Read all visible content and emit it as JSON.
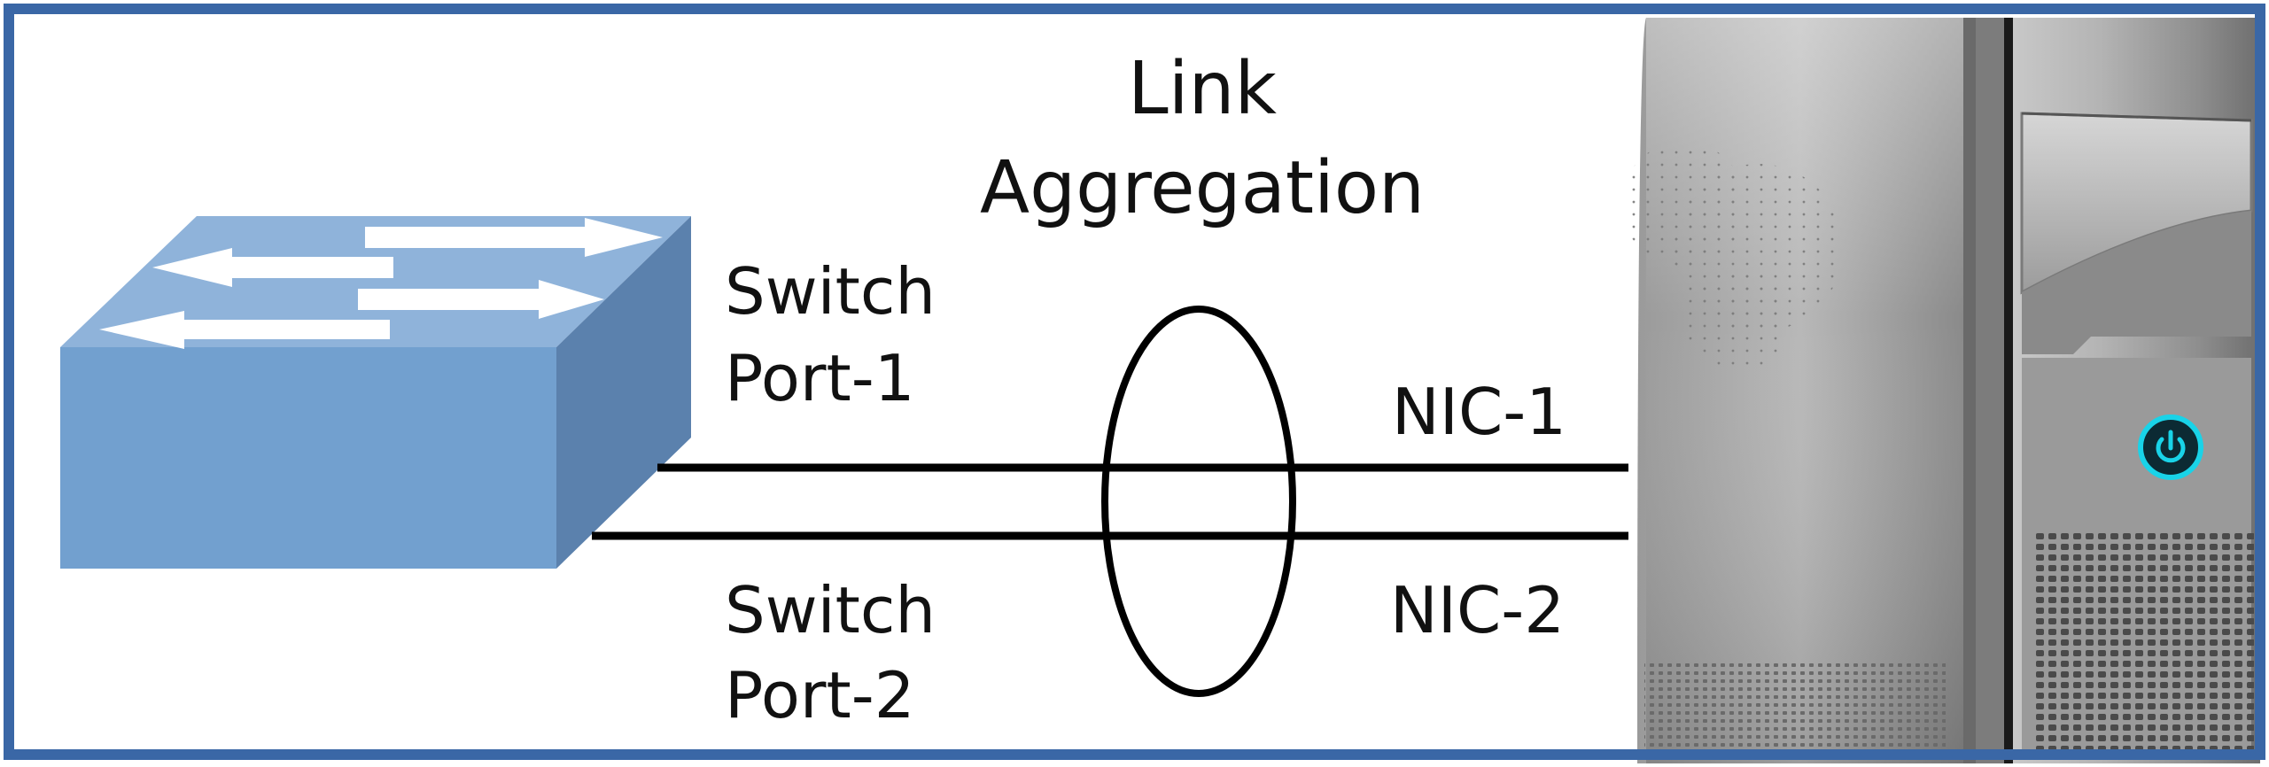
{
  "diagram": {
    "title_line1": "Link",
    "title_line2": "Aggregation",
    "port1_line1": "Switch",
    "port1_line2": "Port-1",
    "port2_line1": "Switch",
    "port2_line2": "Port-2",
    "nic1": "NIC-1",
    "nic2": "NIC-2"
  },
  "colors": {
    "frame": "#3a67a6",
    "switch_front": "#72a0cf",
    "switch_top": "#8fb3da",
    "switch_side": "#5b81ad",
    "cable": "#000000",
    "server_body": "#a0a0a0",
    "power_ring": "#19d3e8"
  },
  "icons": {
    "switch": "network-switch-icon",
    "server": "server-tower-icon",
    "power": "power-icon"
  }
}
